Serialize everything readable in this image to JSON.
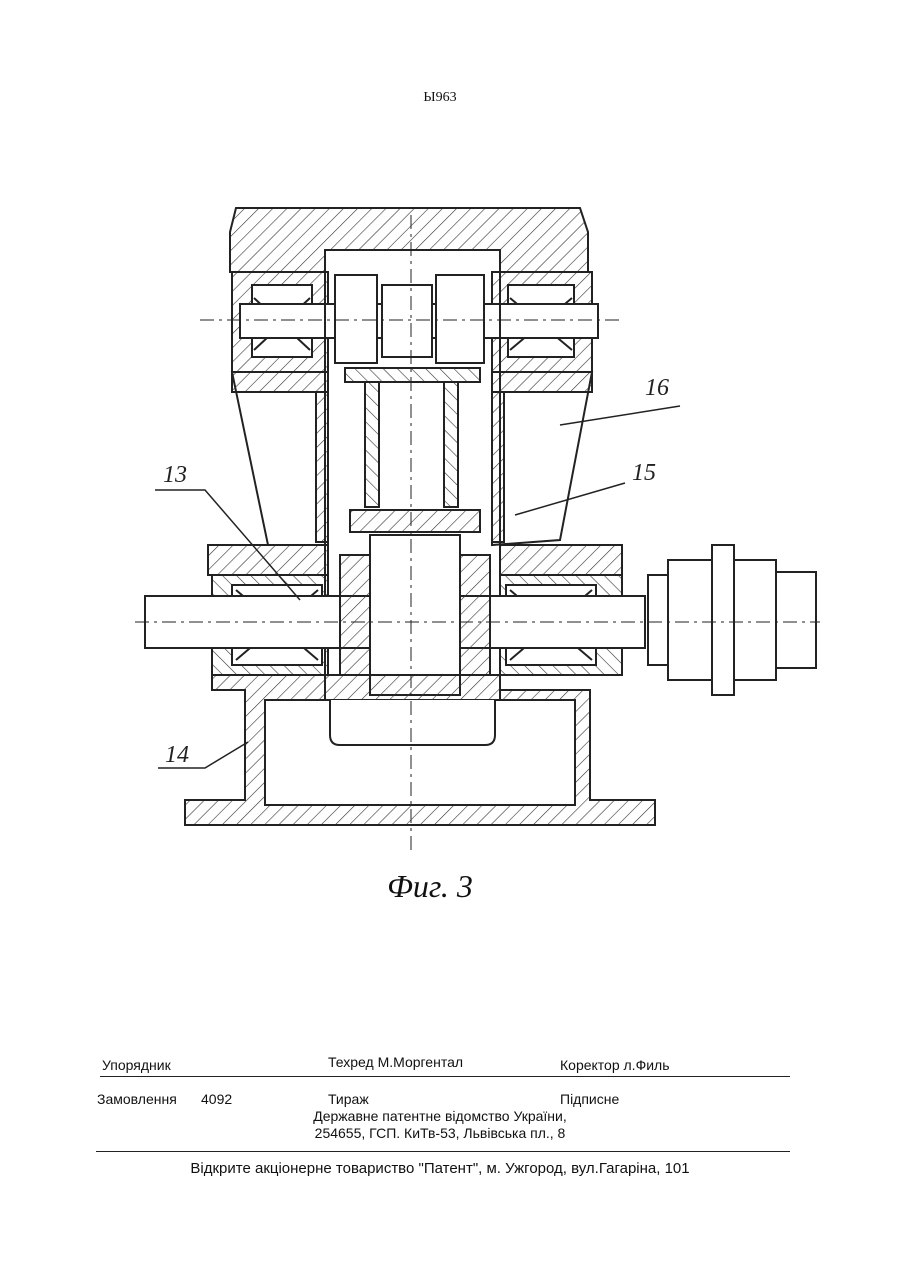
{
  "header": {
    "page_id": "Ы963"
  },
  "figure": {
    "caption": "Фиг. 3",
    "callouts": {
      "c13": "13",
      "c14": "14",
      "c15": "15",
      "c16": "16"
    }
  },
  "imprint": {
    "compiler_label": "Упорядник",
    "techred": "Техред М.Моргентал",
    "corrector": "Коректор  л.Филь",
    "order_label": "Замовлення",
    "order_number": "4092",
    "circulation_label": "Тираж",
    "signed_label": "Підписне",
    "office_line1": "Державне патентне відомство України,",
    "office_line2": "254655, ГСП. КиТв-53, Львівська пл., 8",
    "publisher": "Відкрите акціонерне товариство \"Патент\", м. Ужгород, вул.Гагаріна, 101"
  },
  "colors": {
    "ink": "#222222",
    "paper": "#ffffff"
  }
}
